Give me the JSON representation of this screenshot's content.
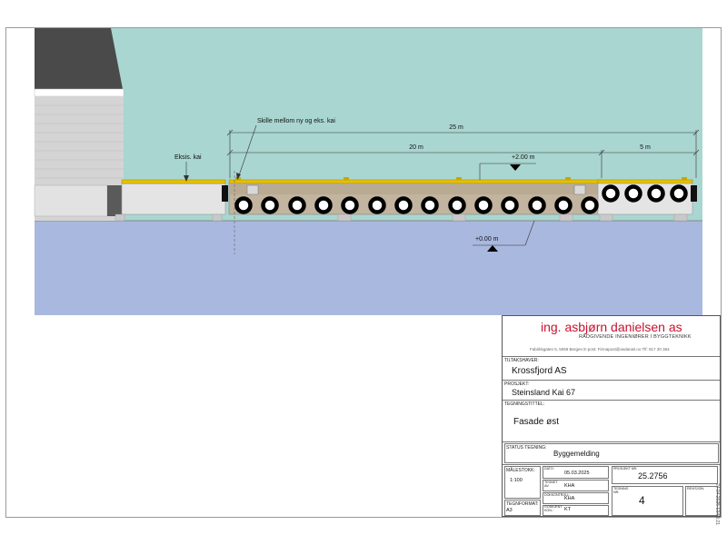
{
  "drawing": {
    "callouts": {
      "skille": "Skille mellom ny og eks. kai",
      "eksis": "Eksis. kai"
    },
    "dimensions": {
      "total": "25 m",
      "new_section": "20 m",
      "end_section": "5 m"
    },
    "levels": {
      "top": "+2.00 m",
      "water": "+0.00 m"
    },
    "colors": {
      "sky": "#a9d6d0",
      "water": "#a9b8de",
      "deck_rail": "#e6c200",
      "timber": "#c2b49e",
      "tyre": "#000000"
    }
  },
  "titleblock": {
    "company_name": "ing. asbjørn danielsen as",
    "company_sub": "RÅDGIVENDE INGENIØRER I BYGGTEKNIKK",
    "company_address": "Fabrikkgaten 5, 5059 Bergen     E-post: Firmapost@asdaniel.no     Tlf: 917 30 364",
    "tiltakshaver_label": "TILTAKSHAVER:",
    "tiltakshaver": "Krossfjord AS",
    "prosjekt_label": "PROSJEKT:",
    "prosjekt": "Steinsland Kai 67",
    "tegningstittel_label": "TEGNINGSTITTEL:",
    "tegningstittel": "Fasade øst",
    "status_label": "STATUS TEGNING:",
    "status": "Byggemelding",
    "malestokk_label": "MÅLESTOKK:",
    "malestokk": "1:100",
    "dato_label": "DATO:",
    "dato": "05.03.2025",
    "tegnet_label": "TEGNET AV:",
    "tegnet": "KHA",
    "kontrollert_label": "DOKKONTROLL:",
    "kontrollert": "KHA",
    "godkjent_label": "GODKJENT KON.:",
    "godkjent": "KT",
    "tegnformat_label": "TEGNFORMAT:",
    "tegnformat": "A3",
    "prosjektnr_label": "PROSJEKT NR:",
    "prosjektnr": "25.2756",
    "tegningnr_label": "TEGNING NR:",
    "tegningnr": "4",
    "revisjon_label": "REVISJON:",
    "stamp": "24.04.2025 13:53:21"
  }
}
